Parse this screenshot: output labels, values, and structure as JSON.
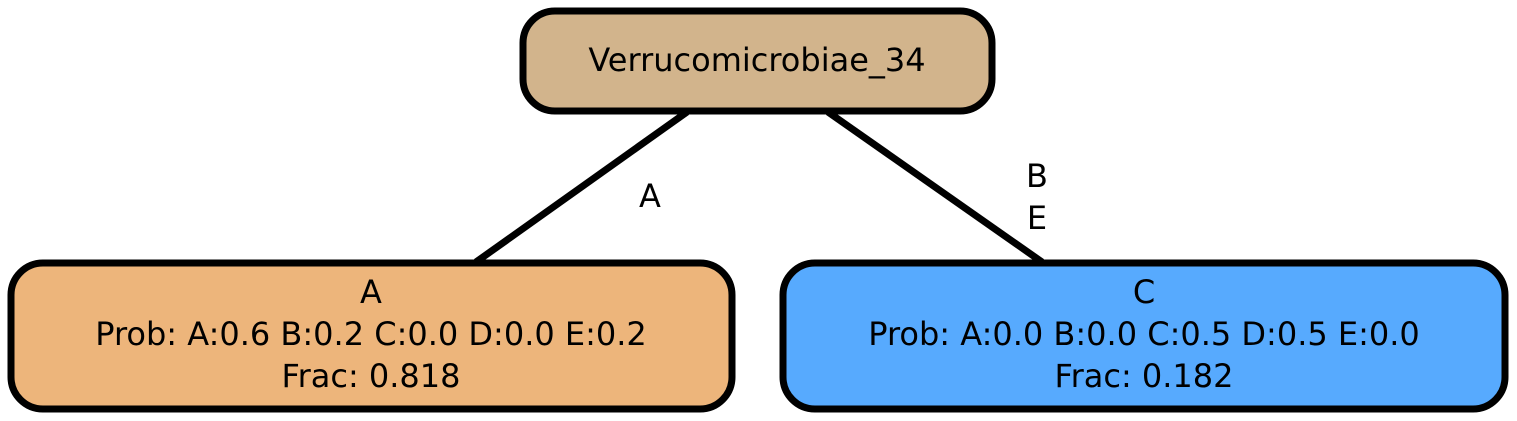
{
  "diagram": {
    "root": {
      "label": "Verrucomicrobiae_34",
      "fill": "#d2b48c"
    },
    "left_child": {
      "title": "A",
      "prob": "Prob: A:0.6 B:0.2 C:0.0 D:0.0 E:0.2",
      "frac": "Frac: 0.818",
      "fill": "#edb57b"
    },
    "right_child": {
      "title": "C",
      "prob": "Prob: A:0.0 B:0.0 C:0.5 D:0.5 E:0.0",
      "frac": "Frac: 0.182",
      "fill": "#57aafe"
    },
    "edges": {
      "left_label": "A",
      "right_label_1": "B",
      "right_label_2": "E"
    },
    "stroke_color": "#000000"
  }
}
